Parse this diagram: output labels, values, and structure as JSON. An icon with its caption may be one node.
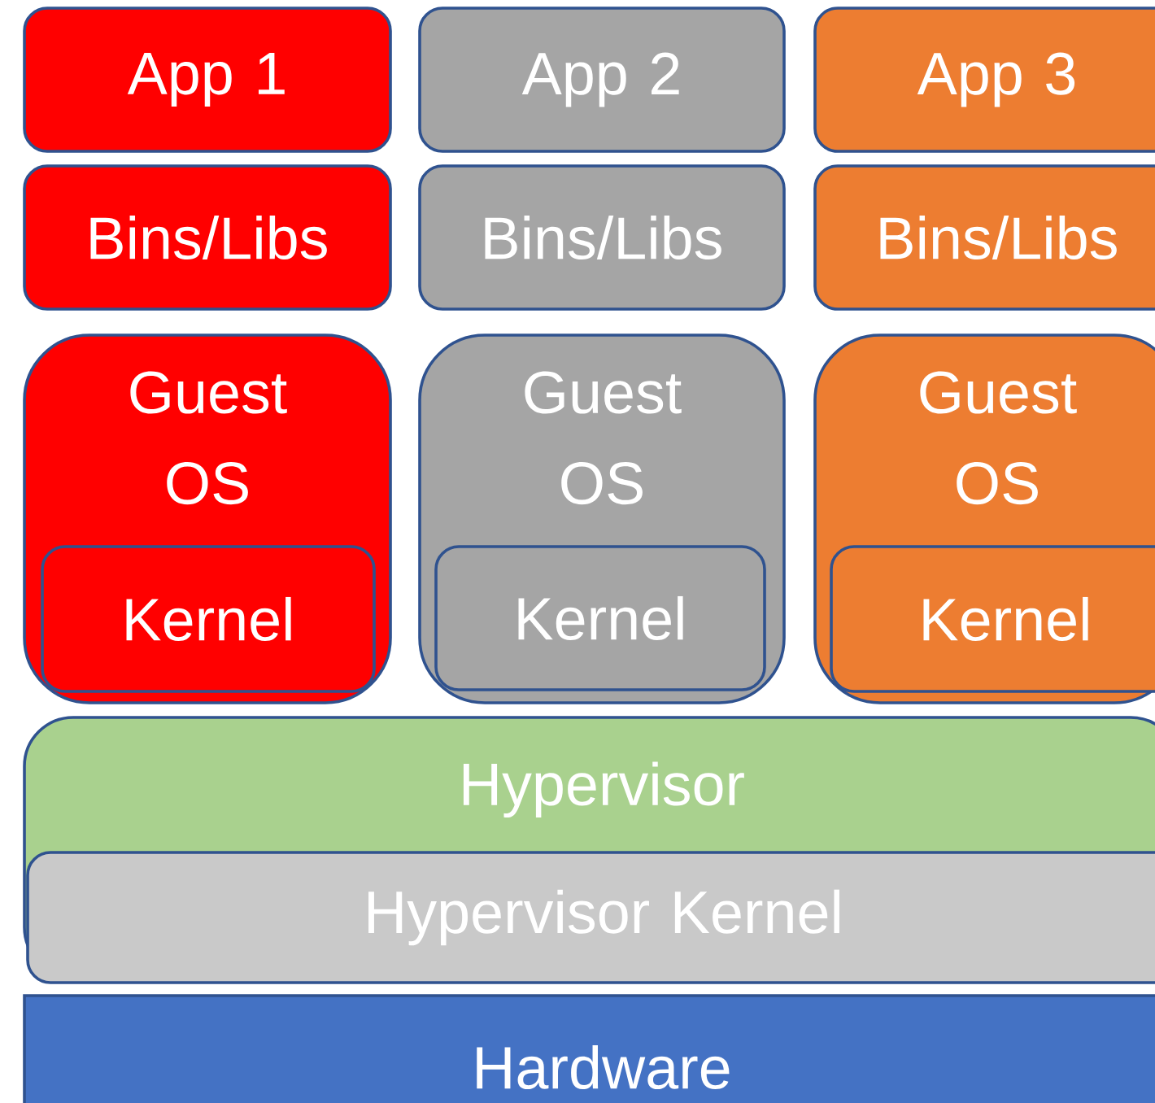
{
  "diagram": {
    "nodes": [
      {
        "text": [
          "App 1"
        ]
      },
      {
        "text": [
          "App 2"
        ]
      },
      {
        "text": [
          "App 3"
        ]
      },
      {
        "text": [
          "Bins/Libs"
        ]
      },
      {
        "text": [
          "Bins/Libs"
        ]
      },
      {
        "text": [
          "Bins/Libs"
        ]
      },
      {
        "text": [
          "Guest OS"
        ]
      },
      {
        "text": [
          "Kernel"
        ],
        "in": 6
      },
      {
        "text": [
          "Guest OS"
        ]
      },
      {
        "text": [
          "Kernel"
        ],
        "in": 8
      },
      {
        "text": [
          "Guest OS"
        ]
      },
      {
        "text": [
          "Kernel"
        ],
        "in": 10
      },
      {
        "text": [
          "Hypervisor"
        ]
      },
      {
        "text": [
          "Hypervisor Kernel"
        ],
        "in": 12
      },
      {
        "text": [
          "Hardware"
        ]
      }
    ]
  }
}
